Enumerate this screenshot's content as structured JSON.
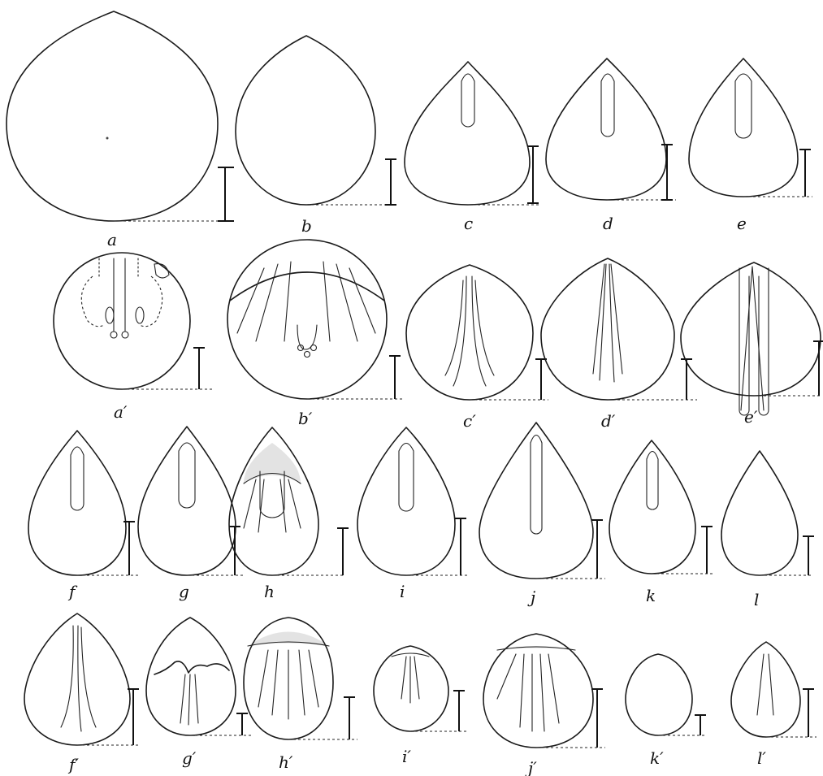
{
  "labels": {
    "a": "a",
    "b": "b",
    "c": "c",
    "d": "d",
    "e": "e",
    "a2": "a′",
    "b2": "b′",
    "c2": "c′",
    "d2": "d′",
    "e2": "e′",
    "f": "f",
    "g": "g",
    "h": "h",
    "i": "i",
    "j": "j",
    "k": "k",
    "l": "l",
    "f2": "f′",
    "g2": "g′",
    "h2": "h′",
    "i2": "i′",
    "j2": "j′",
    "k2": "k′",
    "l2": "l′"
  }
}
